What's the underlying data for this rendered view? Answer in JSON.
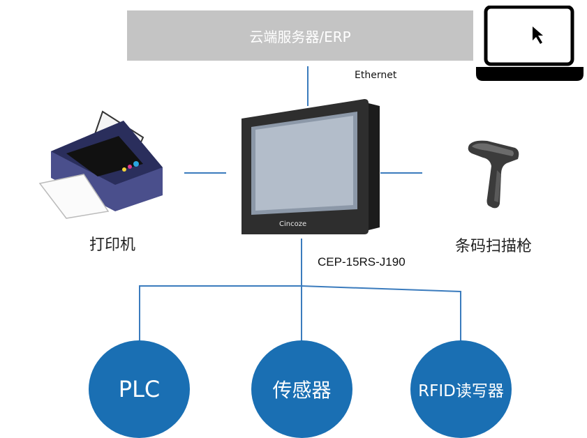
{
  "server": {
    "label": "云端服务器/ERP"
  },
  "link": {
    "ethernet": "Ethernet"
  },
  "devices": {
    "printer": "打印机",
    "scanner": "条码扫描枪",
    "panel_model": "CEP-15RS-J190",
    "panel_brand": "Cincoze"
  },
  "nodes": [
    {
      "label": "PLC"
    },
    {
      "label": "传感器"
    },
    {
      "label": "RFID读写器"
    }
  ],
  "colors": {
    "node": "#1a6fb3",
    "connector": "#3a7bbd",
    "server_box": "#c4c4c4"
  }
}
